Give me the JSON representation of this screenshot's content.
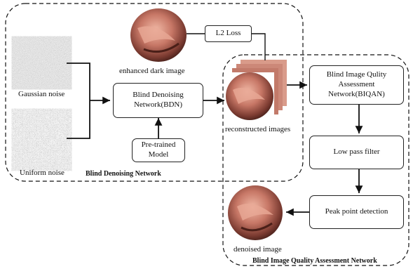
{
  "noise_inputs": {
    "gaussian_label": "Gaussian noise",
    "uniform_label": "Uniform noise"
  },
  "bdn": {
    "box_label": "Blind Denoising\nNetwork(BDN)",
    "group_title": "Blind Denoising Network",
    "pretrained_label": "Pre-trained\nModel",
    "enhanced_caption": "enhanced dark image",
    "loss_label": "L2 Loss",
    "reconstructed_caption": "reconstructed images"
  },
  "biqan": {
    "box_label": "Blind Image Qulity\nAssessment\nNetwork(BIQAN)",
    "lowpass_label": "Low pass filter",
    "peak_label": "Peak point detection",
    "denoised_caption": "denoised image",
    "group_title": "Blind Image Quality Assessment Network"
  },
  "colors": {
    "line": "#111111",
    "tissue_dark": "#5a2a22",
    "tissue_mid": "#b86a5a",
    "tissue_light": "#e7a895",
    "noise_base": "#8a8a8a"
  }
}
